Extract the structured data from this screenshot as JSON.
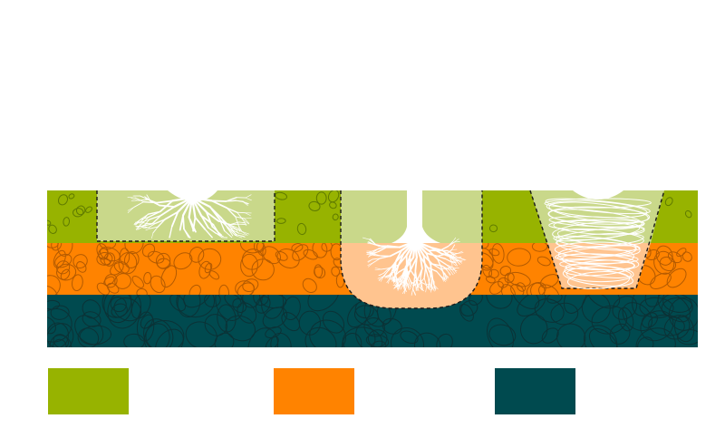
{
  "colors": {
    "topsoil": "#97b300",
    "topsoil_light": "#c9d88a",
    "subsoil": "#ff8300",
    "subsoil_light": "#ffc48f",
    "bedrock": "#004a4f",
    "roots": "#ffffff",
    "dash": "#1a1a1a"
  },
  "layers": [
    "topsoil",
    "subsoil",
    "bedrock"
  ],
  "planting_holes": [
    "shallow-wide-hole",
    "deep-narrow-hole",
    "tapered-hole-with-circling-roots"
  ],
  "legend": [
    {
      "layer": "topsoil",
      "color": "#97b300"
    },
    {
      "layer": "subsoil",
      "color": "#ff8300"
    },
    {
      "layer": "bedrock",
      "color": "#004a4f"
    }
  ]
}
